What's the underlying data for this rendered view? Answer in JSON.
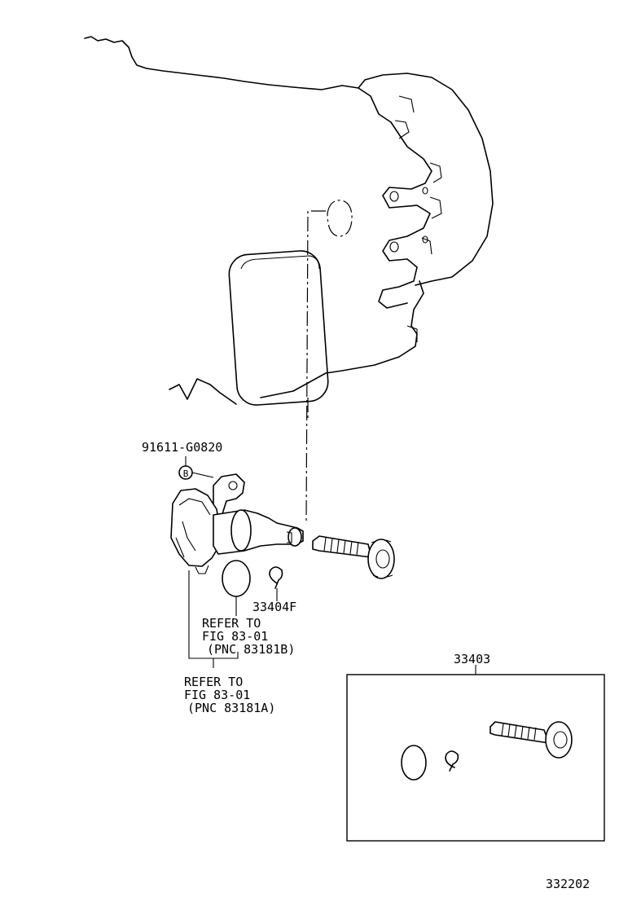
{
  "labels": {
    "bolt_part_number": "91611-G0820",
    "bolt_marker": "B",
    "clip_part_number": "33404F",
    "ref_b_line1": "REFER TO",
    "ref_b_line2": "FIG 83-01",
    "ref_b_line3": "(PNC 83181B)",
    "ref_a_line1": "REFER TO",
    "ref_a_line2": "FIG 83-01",
    "ref_a_line3": "(PNC 83181A)",
    "kit_part_number": "33403",
    "illustration_number": "332202"
  }
}
